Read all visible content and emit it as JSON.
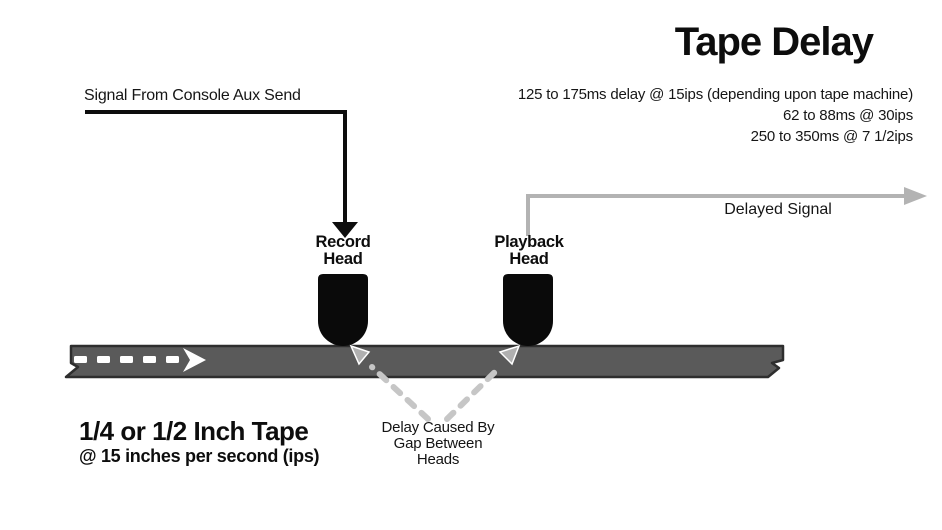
{
  "header": {
    "title": "Tape Delay"
  },
  "delay_info": {
    "line1": "125 to 175ms delay @ 15ips (depending upon tape machine)",
    "line2": "62 to 88ms @ 30ips",
    "line3": "250 to 350ms @ 7 1/2ips"
  },
  "signal": {
    "aux_send": "Signal From Console Aux Send",
    "delayed": "Delayed Signal"
  },
  "heads": {
    "record": {
      "line1": "Record",
      "line2": "Head"
    },
    "playback": {
      "line1": "Playback",
      "line2": "Head"
    }
  },
  "delay_note": {
    "line1": "Delay Caused By",
    "line2": "Gap Between",
    "line3": "Heads"
  },
  "tape": {
    "spec_line1": "1/4 or 1/2 Inch Tape",
    "spec_line2": "@ 15 inches per second (ips)"
  },
  "icons": [
    "down-arrow-icon",
    "right-arrow-icon",
    "tape-direction-arrow-icon",
    "dashed-pointer-left-icon",
    "dashed-pointer-right-icon"
  ],
  "colors": {
    "ink_black": "#0d0d0d",
    "tape_fill": "#5a5a5a",
    "tape_border": "#2e2e2e",
    "gray_signal": "#b3b3b3",
    "gray_dash": "#c6c6c6",
    "pointer_gray": "#b0b0b0",
    "background": "#ffffff"
  }
}
